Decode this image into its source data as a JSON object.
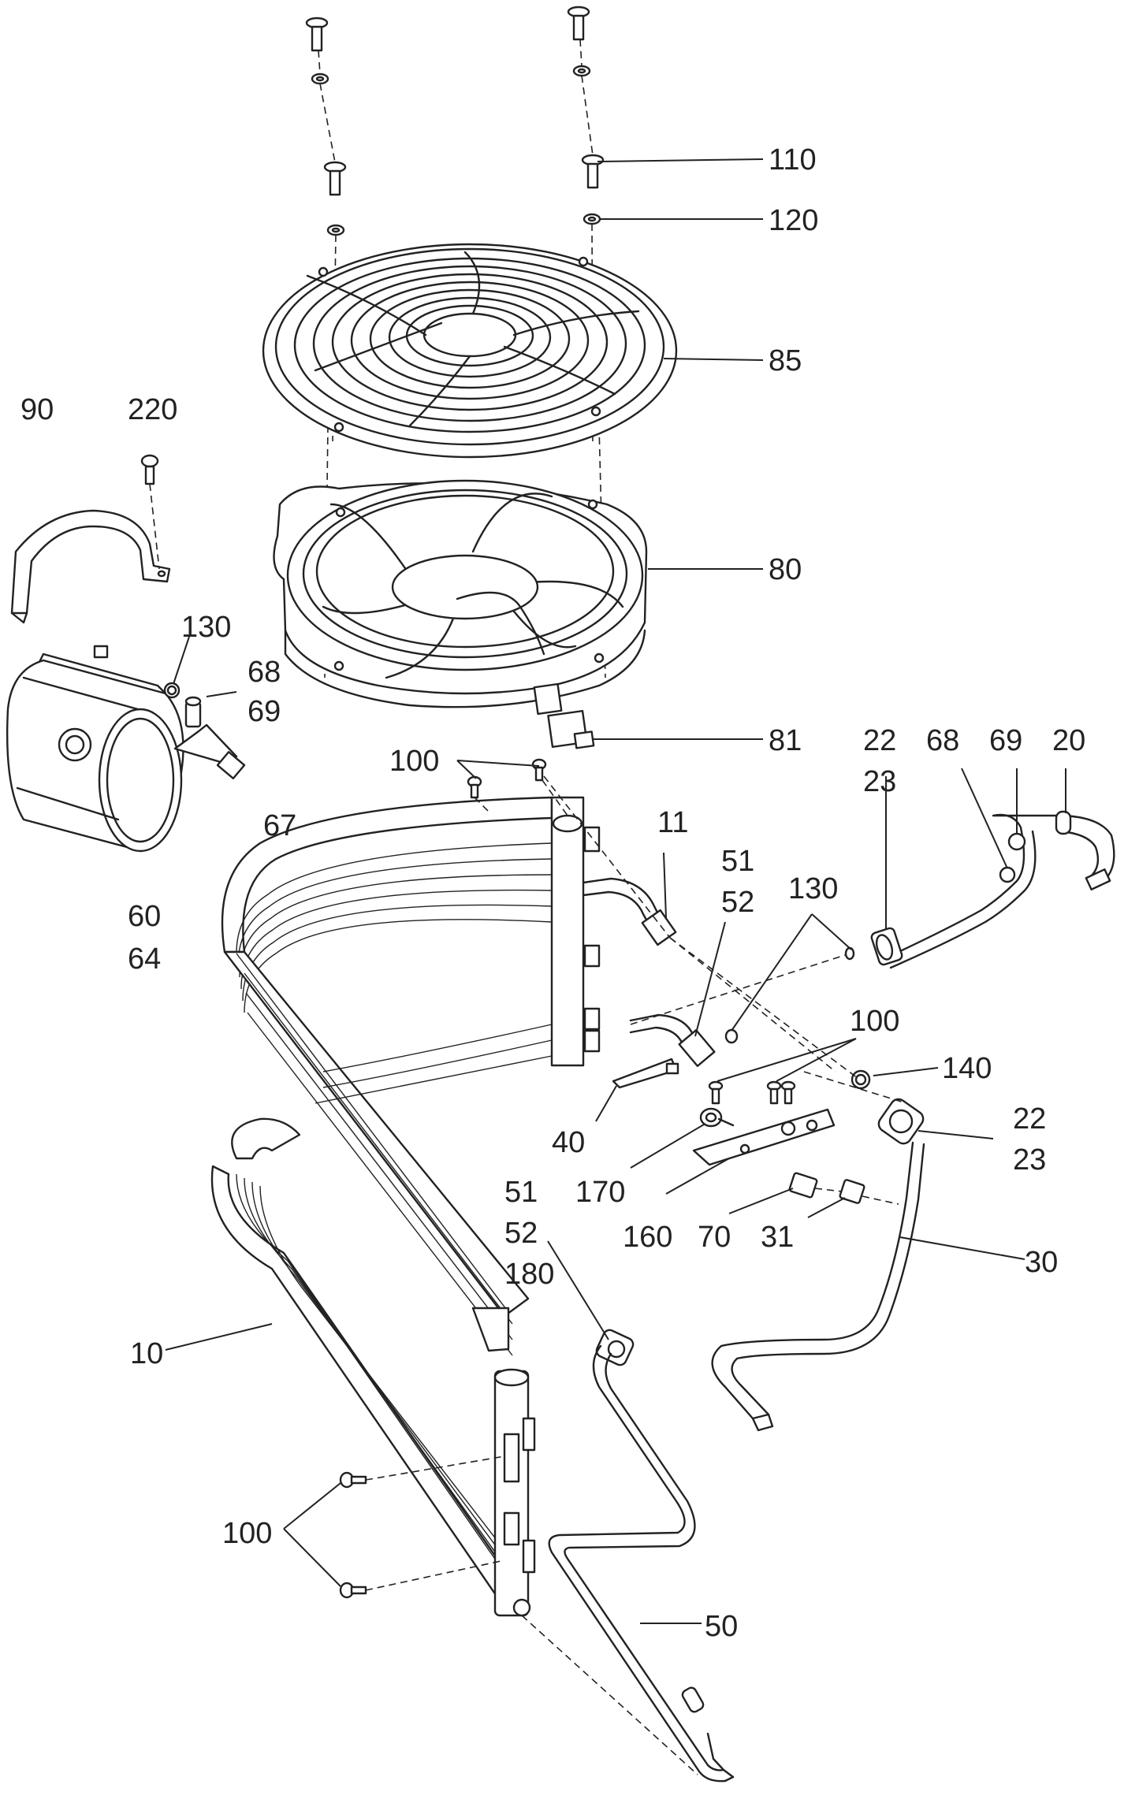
{
  "callouts": [
    {
      "id": "c110",
      "lines": [
        "110"
      ]
    },
    {
      "id": "c120",
      "lines": [
        "120"
      ]
    },
    {
      "id": "c85",
      "lines": [
        "85"
      ]
    },
    {
      "id": "c90",
      "lines": [
        "90"
      ]
    },
    {
      "id": "c220",
      "lines": [
        "220"
      ]
    },
    {
      "id": "c80",
      "lines": [
        "80"
      ]
    },
    {
      "id": "c130a",
      "lines": [
        "130"
      ]
    },
    {
      "id": "c6869a",
      "lines": [
        "68",
        "69"
      ]
    },
    {
      "id": "c81",
      "lines": [
        "81"
      ]
    },
    {
      "id": "c100a",
      "lines": [
        "100"
      ]
    },
    {
      "id": "c2223a",
      "lines": [
        "22",
        "23"
      ]
    },
    {
      "id": "c68b",
      "lines": [
        "68"
      ]
    },
    {
      "id": "c69b",
      "lines": [
        "69"
      ]
    },
    {
      "id": "c20",
      "lines": [
        "20"
      ]
    },
    {
      "id": "c67",
      "lines": [
        "67"
      ]
    },
    {
      "id": "c11",
      "lines": [
        "11"
      ]
    },
    {
      "id": "c6064",
      "lines": [
        "60",
        "64"
      ]
    },
    {
      "id": "c5152a",
      "lines": [
        "51",
        "52"
      ]
    },
    {
      "id": "c130b",
      "lines": [
        "130"
      ]
    },
    {
      "id": "c100b",
      "lines": [
        "100"
      ]
    },
    {
      "id": "c140",
      "lines": [
        "140"
      ]
    },
    {
      "id": "c40",
      "lines": [
        "40"
      ]
    },
    {
      "id": "c2223b",
      "lines": [
        "22",
        "23"
      ]
    },
    {
      "id": "c170",
      "lines": [
        "170"
      ]
    },
    {
      "id": "c515218",
      "lines": [
        "51",
        "52",
        "180"
      ]
    },
    {
      "id": "c160",
      "lines": [
        "160"
      ]
    },
    {
      "id": "c70",
      "lines": [
        "70"
      ]
    },
    {
      "id": "c31",
      "lines": [
        "31"
      ]
    },
    {
      "id": "c30",
      "lines": [
        "30"
      ]
    },
    {
      "id": "c10",
      "lines": [
        "10"
      ]
    },
    {
      "id": "c100c",
      "lines": [
        "100"
      ]
    },
    {
      "id": "c50",
      "lines": [
        "50"
      ]
    }
  ]
}
